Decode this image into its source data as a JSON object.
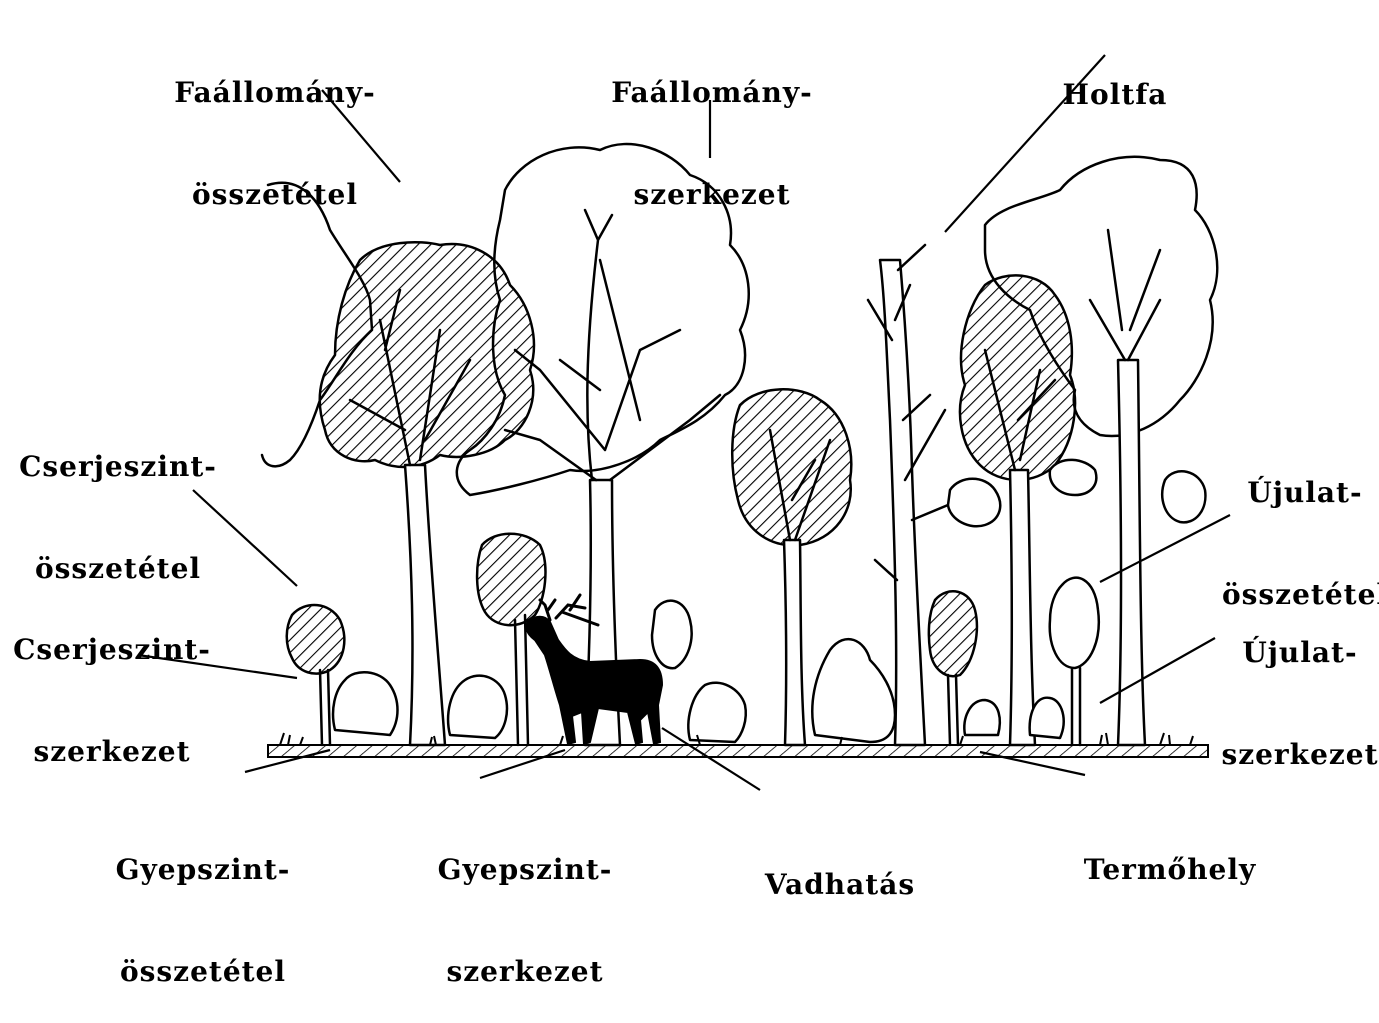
{
  "labels": {
    "faallomany_osszetetel": [
      "Faállomány-",
      "összetétel"
    ],
    "faallomany_szerkezet": [
      "Faállomány-",
      "szerkezet"
    ],
    "holtfa": [
      "Holtfa"
    ],
    "cserjeszint_osszetetel": [
      "Cserjeszint-",
      "összetétel"
    ],
    "cserjeszint_szerkezet": [
      "Cserjeszint-",
      "szerkezet"
    ],
    "ujulat_osszetetel": [
      "Újulat-",
      "összetétel"
    ],
    "ujulat_szerkezet": [
      "Újulat-",
      "szerkezet"
    ],
    "gyepszint_osszetetel": [
      "Gyepszint-",
      "összetétel"
    ],
    "gyepszint_szerkezet": [
      "Gyepszint-",
      "szerkezet"
    ],
    "vadhatas": [
      "Vadhatás"
    ],
    "termohely": [
      "Termőhely"
    ]
  },
  "colors": {
    "ink": "#000000",
    "paper": "#ffffff"
  },
  "icons": [
    "hatched-tree-icon",
    "open-tree-icon",
    "deer-icon",
    "shrub-icon"
  ]
}
